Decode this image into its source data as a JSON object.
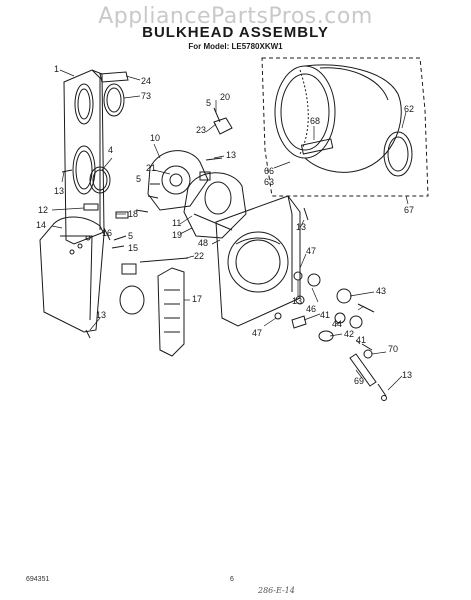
{
  "header": {
    "watermark": "AppliancePartsPros.com",
    "title": "BULKHEAD ASSEMBLY",
    "model": "For Model: LE5780XKW1"
  },
  "callouts": {
    "c1": "1",
    "c24": "24",
    "c73": "73",
    "c20": "20",
    "c5a": "5",
    "c23": "23",
    "c10": "10",
    "c4": "4",
    "c21": "21",
    "c13a": "13",
    "c5b": "5",
    "c62": "62",
    "c68": "68",
    "c66": "66",
    "c63": "63",
    "c67": "67",
    "c13b": "13",
    "c12": "12",
    "c18": "18",
    "c11": "11",
    "c19": "19",
    "c14": "14",
    "c16": "16",
    "c5c": "5",
    "c15": "15",
    "c22": "22",
    "c48": "48",
    "c13c": "13",
    "c47a": "47",
    "c13d": "13",
    "c46": "46",
    "c43": "43",
    "c17": "17",
    "c47b": "47",
    "c41a": "41",
    "c44": "44",
    "c42": "42",
    "c41b": "41",
    "c13e": "13",
    "c70": "70",
    "c69": "69",
    "c13f": "13"
  },
  "footer": {
    "doc_number": "694351",
    "page": "6",
    "note": "286-E-14"
  }
}
